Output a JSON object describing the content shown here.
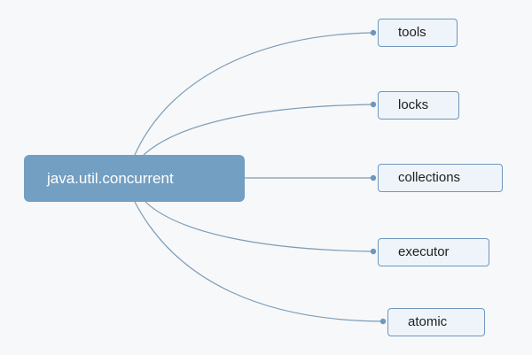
{
  "diagram": {
    "root": {
      "label": "java.util.concurrent"
    },
    "children": [
      {
        "label": "tools"
      },
      {
        "label": "locks"
      },
      {
        "label": "collections"
      },
      {
        "label": "executor"
      },
      {
        "label": "atomic"
      }
    ],
    "colors": {
      "background": "#f7f8f9",
      "root_fill": "#739fc3",
      "child_fill": "#eef4fa",
      "child_border": "#6f97bd",
      "connector": "#7b9cb8"
    }
  }
}
